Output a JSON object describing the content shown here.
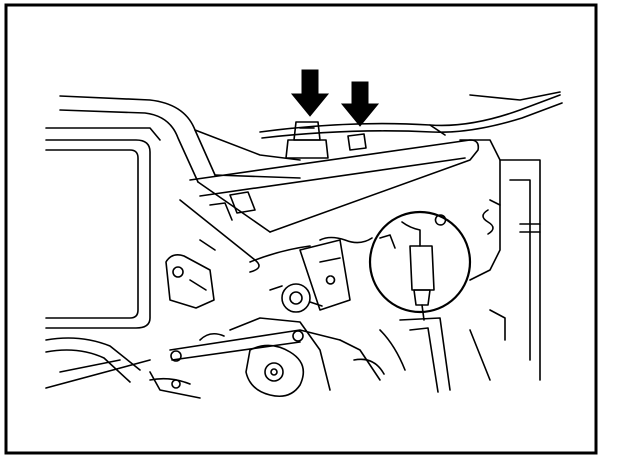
{
  "diagram": {
    "kind": "line-art engine compartment illustration",
    "colors": {
      "line": "#000000",
      "background": "#ffffff"
    },
    "callouts": [
      {
        "name": "down-arrow-left",
        "shape": "down-arrow"
      },
      {
        "name": "down-arrow-right",
        "shape": "down-arrow"
      },
      {
        "name": "connector-circle",
        "shape": "circle-highlight"
      }
    ]
  }
}
